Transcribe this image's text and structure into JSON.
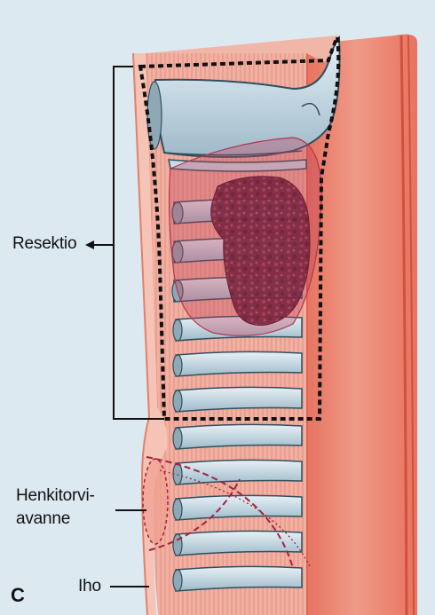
{
  "panel_letter": "C",
  "labels": {
    "resection": "Resektio",
    "tracheostomy_line1": "Henkitorvi-",
    "tracheostomy_line2": "avanne",
    "skin": "Iho"
  },
  "colors": {
    "background": "#dce9f1",
    "esophagus": "#e8735f",
    "cartilage": "#c9dce6",
    "cartilage_outline": "#2f4f60",
    "tumor": "#8a2e45",
    "thyroid": "#c0405a",
    "resection_outline": "#111111",
    "stoma_dashed": "#a3233c"
  }
}
